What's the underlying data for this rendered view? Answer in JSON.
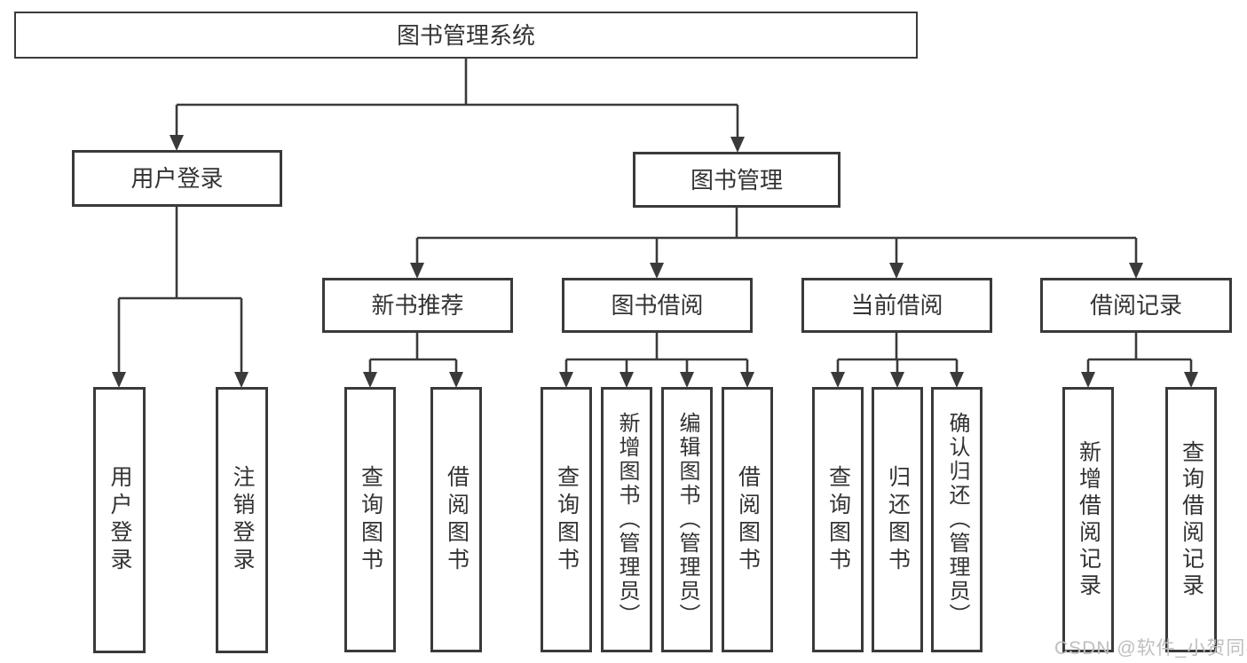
{
  "diagram": {
    "title_node": "图书管理系统",
    "tree": {
      "label": "图书管理系统",
      "children": [
        {
          "label": "用户登录",
          "children": [
            {
              "label": "用户登录"
            },
            {
              "label": "注销登录"
            }
          ]
        },
        {
          "label": "图书管理",
          "children": [
            {
              "label": "新书推荐",
              "children": [
                {
                  "label": "查询图书"
                },
                {
                  "label": "借阅图书"
                }
              ]
            },
            {
              "label": "图书借阅",
              "children": [
                {
                  "label": "查询图书"
                },
                {
                  "label": "新增图书（管理员）"
                },
                {
                  "label": "编辑图书（管理员）"
                },
                {
                  "label": "借阅图书"
                }
              ]
            },
            {
              "label": "当前借阅",
              "children": [
                {
                  "label": "查询图书"
                },
                {
                  "label": "归还图书"
                },
                {
                  "label": "确认归还（管理员）"
                }
              ]
            },
            {
              "label": "借阅记录",
              "children": [
                {
                  "label": "新增借阅记录"
                },
                {
                  "label": "查询借阅记录"
                }
              ]
            }
          ]
        }
      ]
    },
    "colors": {
      "line": "#3a3a3a",
      "box_border": "#3a3a3a",
      "text": "#333333",
      "background": "#ffffff",
      "watermark": "#bfbfbf"
    }
  },
  "watermark": {
    "text": "CSDN @软件_小贺同学"
  }
}
